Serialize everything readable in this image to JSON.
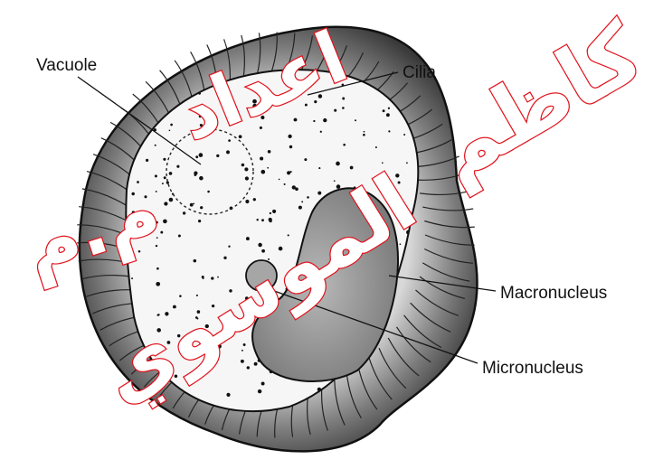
{
  "labels": {
    "vacuole": "Vacuole",
    "cilia": "Cilia",
    "macronucleus": "Macronucleus",
    "micronucleus": "Micronucleus"
  },
  "watermark": {
    "lines": [
      "كاظم",
      "الموسوي",
      "اعداد",
      "م.م"
    ],
    "color": "#e0141e"
  },
  "colors": {
    "outline": "#111111",
    "cilia_band": "#8a8a8a",
    "cell_interior": "#f4f4f4",
    "macronucleus": "#9a9a9a",
    "micronucleus": "#a4a4a4"
  }
}
